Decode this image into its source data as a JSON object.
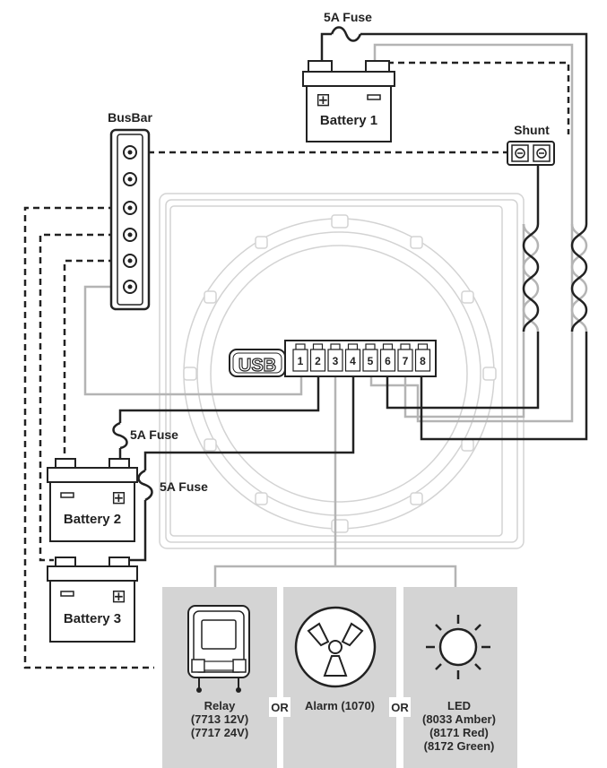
{
  "labels": {
    "fuse_top": "5A Fuse",
    "fuse_mid": "5A Fuse",
    "fuse_low": "5A Fuse",
    "battery_1": "Battery 1",
    "battery_2": "Battery 2",
    "battery_3": "Battery 3",
    "busbar": "BusBar",
    "shunt": "Shunt",
    "usb": "USB"
  },
  "terminal_pins": [
    "1",
    "2",
    "3",
    "4",
    "5",
    "6",
    "7",
    "8"
  ],
  "outputs": {
    "relay": {
      "title": "Relay",
      "line2": "(7713 12V)",
      "line3": "(7717 24V)"
    },
    "alarm": {
      "title": "Alarm (1070)"
    },
    "led": {
      "title": "LED",
      "line2": "(8033 Amber)",
      "line3": "(8171 Red)",
      "line4": "(8172 Green)"
    },
    "or_1": "OR",
    "or_2": "OR"
  },
  "colors": {
    "wire_black": "#222222",
    "wire_grey": "#b4b4b4",
    "panel_grey": "#d4d4d4",
    "device_outline": "#cfcfcf"
  }
}
